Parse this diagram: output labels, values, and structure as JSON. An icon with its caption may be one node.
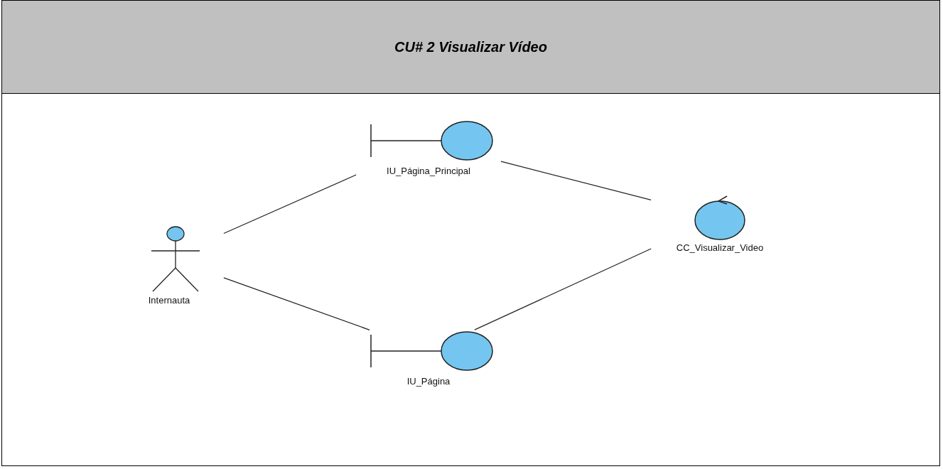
{
  "diagram": {
    "title": "CU# 2 Visualizar Vídeo",
    "nodes": [
      {
        "text": [
          "Internauta"
        ]
      },
      {
        "text": [
          "IU_Página_Principal"
        ]
      },
      {
        "text": [
          "CC_Visualizar_Video"
        ]
      },
      {
        "text": [
          "IU_Página"
        ]
      }
    ],
    "edges": [
      {
        "from": 0,
        "to": 1,
        "arrow": "none"
      },
      {
        "from": 1,
        "to": 2,
        "arrow": "none"
      },
      {
        "from": 0,
        "to": 3,
        "arrow": "none"
      },
      {
        "from": 3,
        "to": 2,
        "arrow": "none"
      }
    ]
  }
}
